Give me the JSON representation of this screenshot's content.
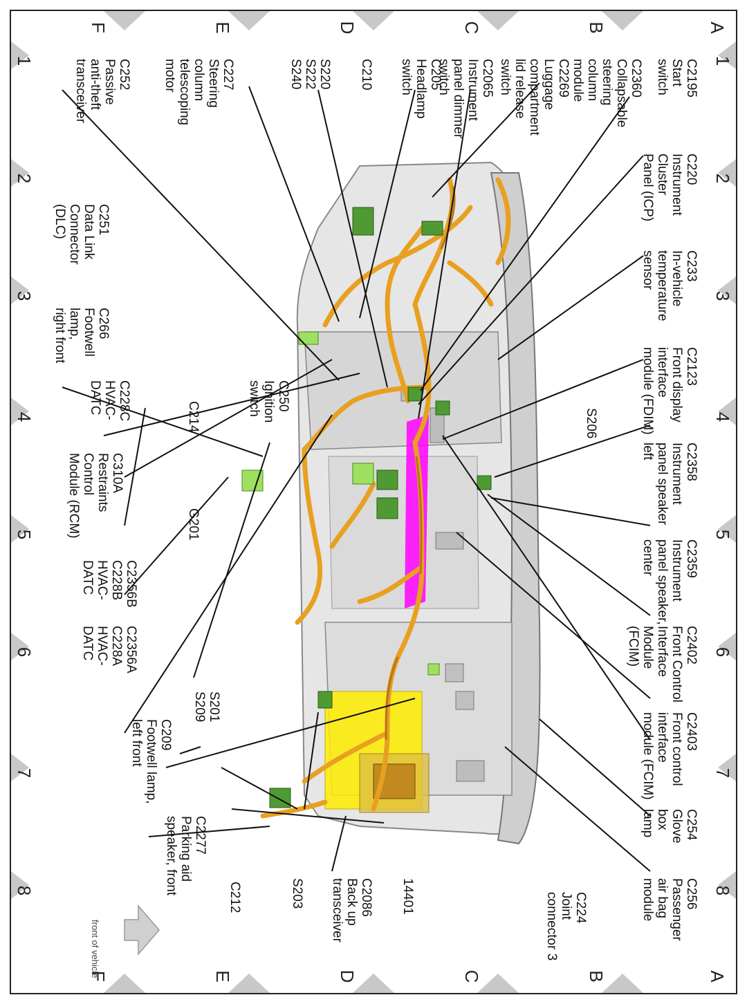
{
  "grid": {
    "columns": [
      "1",
      "2",
      "3",
      "4",
      "5",
      "6",
      "7",
      "8"
    ],
    "rows": [
      "A",
      "B",
      "C",
      "D",
      "E",
      "F"
    ]
  },
  "front_of_vehicle_label": "front of vehicle",
  "colors": {
    "harness": "#e8a020",
    "harness_dark": "#b8741a",
    "connector": "#4f9a32",
    "connector_light": "#9fe060",
    "crossmember": "#ff00ff",
    "airbag_module": "#ffee00",
    "panel": "#d8d8d8",
    "triangle": "#c8c8c8"
  },
  "callouts": [
    {
      "id": "c2195",
      "code": "C2195",
      "desc": "Start\nswitch"
    },
    {
      "id": "c220",
      "code": "C220",
      "desc": "Instrument\nCluster\nPanel (ICP)"
    },
    {
      "id": "c233",
      "code": "C233",
      "desc": "In-vehicle\ntemperature\nsensor"
    },
    {
      "id": "c2123",
      "code": "C2123",
      "desc": "Front display\ninterface\nmodule (FDIM)"
    },
    {
      "id": "s206",
      "code": "S206",
      "desc": ""
    },
    {
      "id": "c2358",
      "code": "C2358",
      "desc": "Instrument\npanel speaker\nleft"
    },
    {
      "id": "c2359",
      "code": "C2359",
      "desc": "Instrument\npanel speaker,\ncenter"
    },
    {
      "id": "c2402",
      "code": "C2402",
      "desc": "Front Control\nInterface\nModule\n(FCIM)"
    },
    {
      "id": "c2403",
      "code": "C2403",
      "desc": "Front control\ninterface\nmodule (FCIM)"
    },
    {
      "id": "c254",
      "code": "C254",
      "desc": "Glove\nbox\nlamp"
    },
    {
      "id": "c256",
      "code": "C256",
      "desc": "Passenger\nair bag\nmodule"
    },
    {
      "id": "c2360",
      "code": "C2360",
      "desc": "Collapsable\nsteering\ncolumn\nmodule"
    },
    {
      "id": "c2269",
      "code": "C2269",
      "desc": "Luggage\ncompartment\nlid release\nswitch"
    },
    {
      "id": "c2065",
      "code": "C2065",
      "desc": "Instrument\npanel dimmer\nswitch"
    },
    {
      "id": "c224",
      "code": "C224",
      "desc": "Joint\nconnector 3"
    },
    {
      "id": "c205",
      "code": "C205",
      "desc": "Headlamp\nswitch"
    },
    {
      "id": "c210",
      "code": "C210",
      "desc": ""
    },
    {
      "id": "s220",
      "code": "S220\nS222\nS240",
      "desc": ""
    },
    {
      "id": "c250",
      "code": "C250",
      "desc": "Ignition\nswitch"
    },
    {
      "id": "c214",
      "code": "C214",
      "desc": ""
    },
    {
      "id": "g201",
      "code": "G201",
      "desc": ""
    },
    {
      "id": "s201",
      "code": "S201\nS209",
      "desc": ""
    },
    {
      "id": "c2086",
      "code": "C2086",
      "desc": "Back up\ntransceiver"
    },
    {
      "id": "n14401",
      "code": "14401",
      "desc": ""
    },
    {
      "id": "s203",
      "code": "S203",
      "desc": ""
    },
    {
      "id": "c227",
      "code": "C227",
      "desc": "Steering\ncolumn\ntelescoping\nmotor"
    },
    {
      "id": "c228c",
      "code": "C228C",
      "desc": "HVAC-\nDATC"
    },
    {
      "id": "c2356b",
      "code": "C2356B\nC228B\nHVAC-\nDATC",
      "desc": ""
    },
    {
      "id": "c2356a",
      "code": "C2356A\nC228A\nHVAC-\nDATC",
      "desc": ""
    },
    {
      "id": "c209",
      "code": "C209",
      "desc": "Footwell lamp,\nleft front"
    },
    {
      "id": "c2277",
      "code": "C2277",
      "desc": "Parking aid\nspeaker, front"
    },
    {
      "id": "c212",
      "code": "C212",
      "desc": ""
    },
    {
      "id": "c252",
      "code": "C252",
      "desc": "Passive\nanti-theft\ntransceiver"
    },
    {
      "id": "c251",
      "code": "C251",
      "desc": "Data Link\nConnector\n(DLC)"
    },
    {
      "id": "c266",
      "code": "C266",
      "desc": "Footwell\nlamp,\nright front"
    },
    {
      "id": "c310a",
      "code": "C310A",
      "desc": "Restraints\nControl\nModule (RCM)"
    }
  ]
}
